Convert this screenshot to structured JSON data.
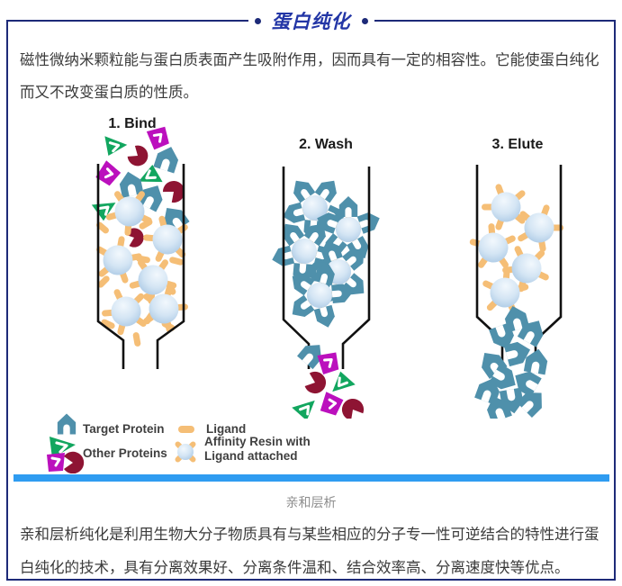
{
  "article": {
    "title": "蛋白纯化",
    "intro": "磁性微纳米颗粒能与蛋白质表面产生吸附作用，因而具有一定的相容性。它能使蛋白纯化而又不改变蛋白质的性质。",
    "section_caption": "亲和层析",
    "section_body": "亲和层析纯化是利用生物大分子物质具有与某些相应的分子专一性可逆结合的特性进行蛋白纯化的技术，具有分离效果好、分离条件温和、结合效率高、分离速度快等优点。"
  },
  "diagram": {
    "steps": [
      {
        "label": "1. Bind"
      },
      {
        "label": "2. Wash"
      },
      {
        "label": "3. Elute"
      }
    ],
    "legend": [
      {
        "icon": "target-protein-icon",
        "label": "Target Protein"
      },
      {
        "icon": "ligand-icon",
        "label": "Ligand"
      },
      {
        "icon": "other-proteins-icon",
        "label": "Other Proteins"
      },
      {
        "icon": "affinity-resin-icon",
        "label": "Affinity Resin with Ligand attached"
      }
    ]
  },
  "colors": {
    "border_navy": "#1d2a78",
    "title_blue": "#2336a6",
    "divider_blue": "#2f9cf1",
    "target_protein_teal": "#4f90ab",
    "other_protein_green": "#12a65f",
    "other_protein_magenta": "#bb10bd",
    "other_protein_maroon": "#8e1433",
    "ligand_orange": "#f5be76",
    "resin_light_blue": "#d4e5f4",
    "body_text": "#3b3b3b",
    "caption_gray": "#8e8e8e"
  }
}
